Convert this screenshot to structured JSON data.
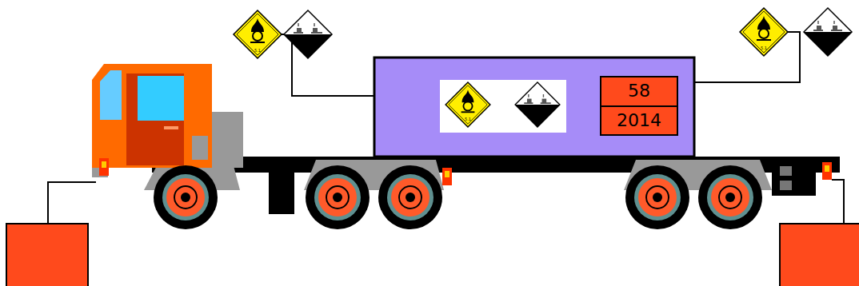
{
  "diagram": {
    "nodes": [
      {
        "text": [
          "58",
          "2014"
        ]
      }
    ],
    "labels": [
      "5.1",
      "5.1",
      "5.1"
    ]
  }
}
